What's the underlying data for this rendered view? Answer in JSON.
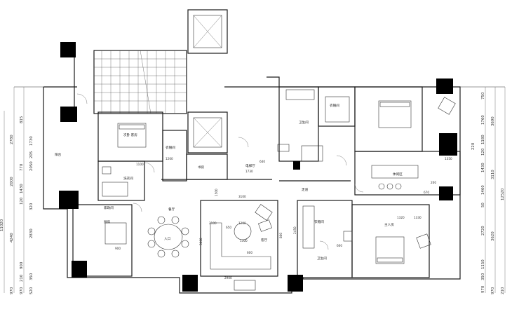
{
  "rooms": {
    "balcony": "阳台",
    "master_bedroom_a": "次卧 客房",
    "walk_in": "衣帽间",
    "study": "书房",
    "bathroom": "卫生间",
    "guest_bath": "洗衣间",
    "elevator_room": "电梯厅",
    "kitchen": "厨房",
    "dining": "餐厅",
    "living": "客厅",
    "entrance": "入口",
    "corridor": "走道",
    "walk_in_b": "衣帽间",
    "master_bath": "卫生间",
    "master_bedroom": "主人房",
    "dressing": "衣帽间",
    "leisure": "休闲区",
    "laundry": "家政间"
  },
  "dims_left": [
    "815",
    "1730",
    "2780",
    "2050",
    "770",
    "205",
    "2000",
    "1430",
    "11020",
    "120",
    "320",
    "2830",
    "4240",
    "900",
    "970",
    "350",
    "970",
    "210",
    "520"
  ],
  "dims_right": [
    "750",
    "1760",
    "3690",
    "1180",
    "220",
    "120",
    "1430",
    "3110",
    "1460",
    "12520",
    "50",
    "2720",
    "3620",
    "1150",
    "970",
    "350",
    "970",
    "210"
  ],
  "inner_dims": {
    "d3100": "3100",
    "d1500": "1500",
    "d1200": "1200",
    "d650": "650",
    "d2900": "2900",
    "d1300": "1300",
    "d600": "600",
    "d3000": "3000",
    "d2100": "2100",
    "d1730": "1730",
    "d2450": "2450",
    "d670": "670",
    "d1350": "1350",
    "d1200b": "1200",
    "d900": "900",
    "d800": "800",
    "d1100": "1100",
    "d200": "200",
    "d1320": "1320",
    "d1330": "1330",
    "d640": "640",
    "d600b": "600"
  }
}
